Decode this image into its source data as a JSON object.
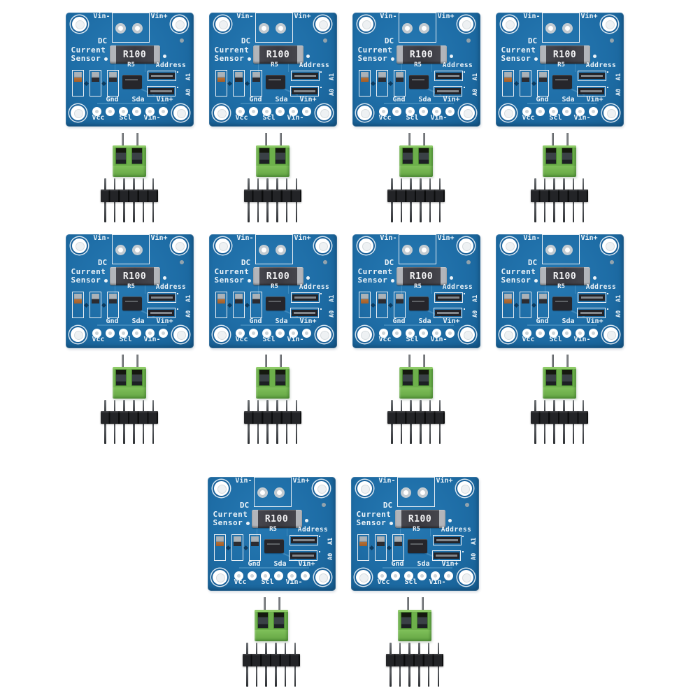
{
  "scene": {
    "description": "Ten identical DC current sensor breakout modules on white background",
    "background": "#ffffff",
    "module_count": 10,
    "rows": [
      4,
      4,
      2
    ]
  },
  "module": {
    "board": {
      "color": "#1e6da6",
      "silkscreen_color": "#ecf3f8",
      "title": [
        "DC",
        "Current",
        "Sensor"
      ],
      "top_labels": {
        "left": "Vin-",
        "right": "Vin+"
      },
      "shunt_label": "R100",
      "ic_label": "R5",
      "address_label": "Address",
      "address_jumpers": [
        "A1",
        "A0"
      ],
      "pin_labels_upper": [
        "Gnd",
        "Sda",
        "Vin+"
      ],
      "pin_labels_lower": [
        "Vcc",
        "Scl",
        "Vin-"
      ],
      "bottom_pin_count": 6,
      "input_hole_count": 2,
      "corner_hole_count": 4
    },
    "terminal_block": {
      "color": "#6db04b",
      "positions": 2,
      "pin_count": 2
    },
    "pin_header": {
      "color": "#1b1c1e",
      "pin_count": 6
    }
  }
}
